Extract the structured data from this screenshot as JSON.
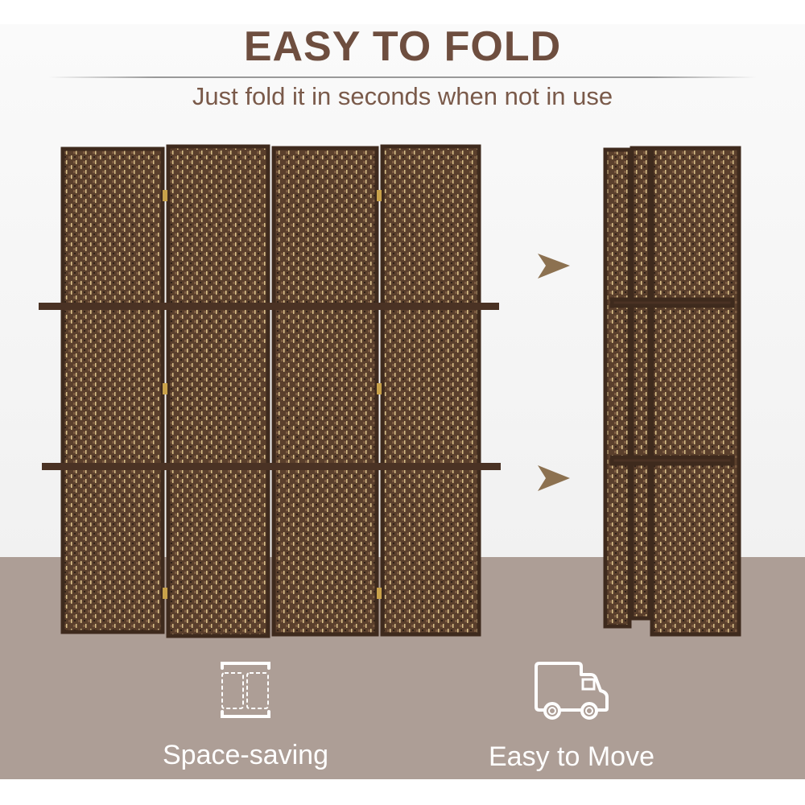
{
  "header": {
    "title": "EASY TO FOLD",
    "subtitle": "Just fold it in seconds when not in use"
  },
  "features": [
    {
      "icon": "space-saving-icon",
      "label": "Space-saving"
    },
    {
      "icon": "truck-icon",
      "label": "Easy to Move"
    }
  ],
  "colors": {
    "title": "#6e4e3f",
    "floor": "#ad9e96",
    "wicker": "#5a3f2c"
  }
}
